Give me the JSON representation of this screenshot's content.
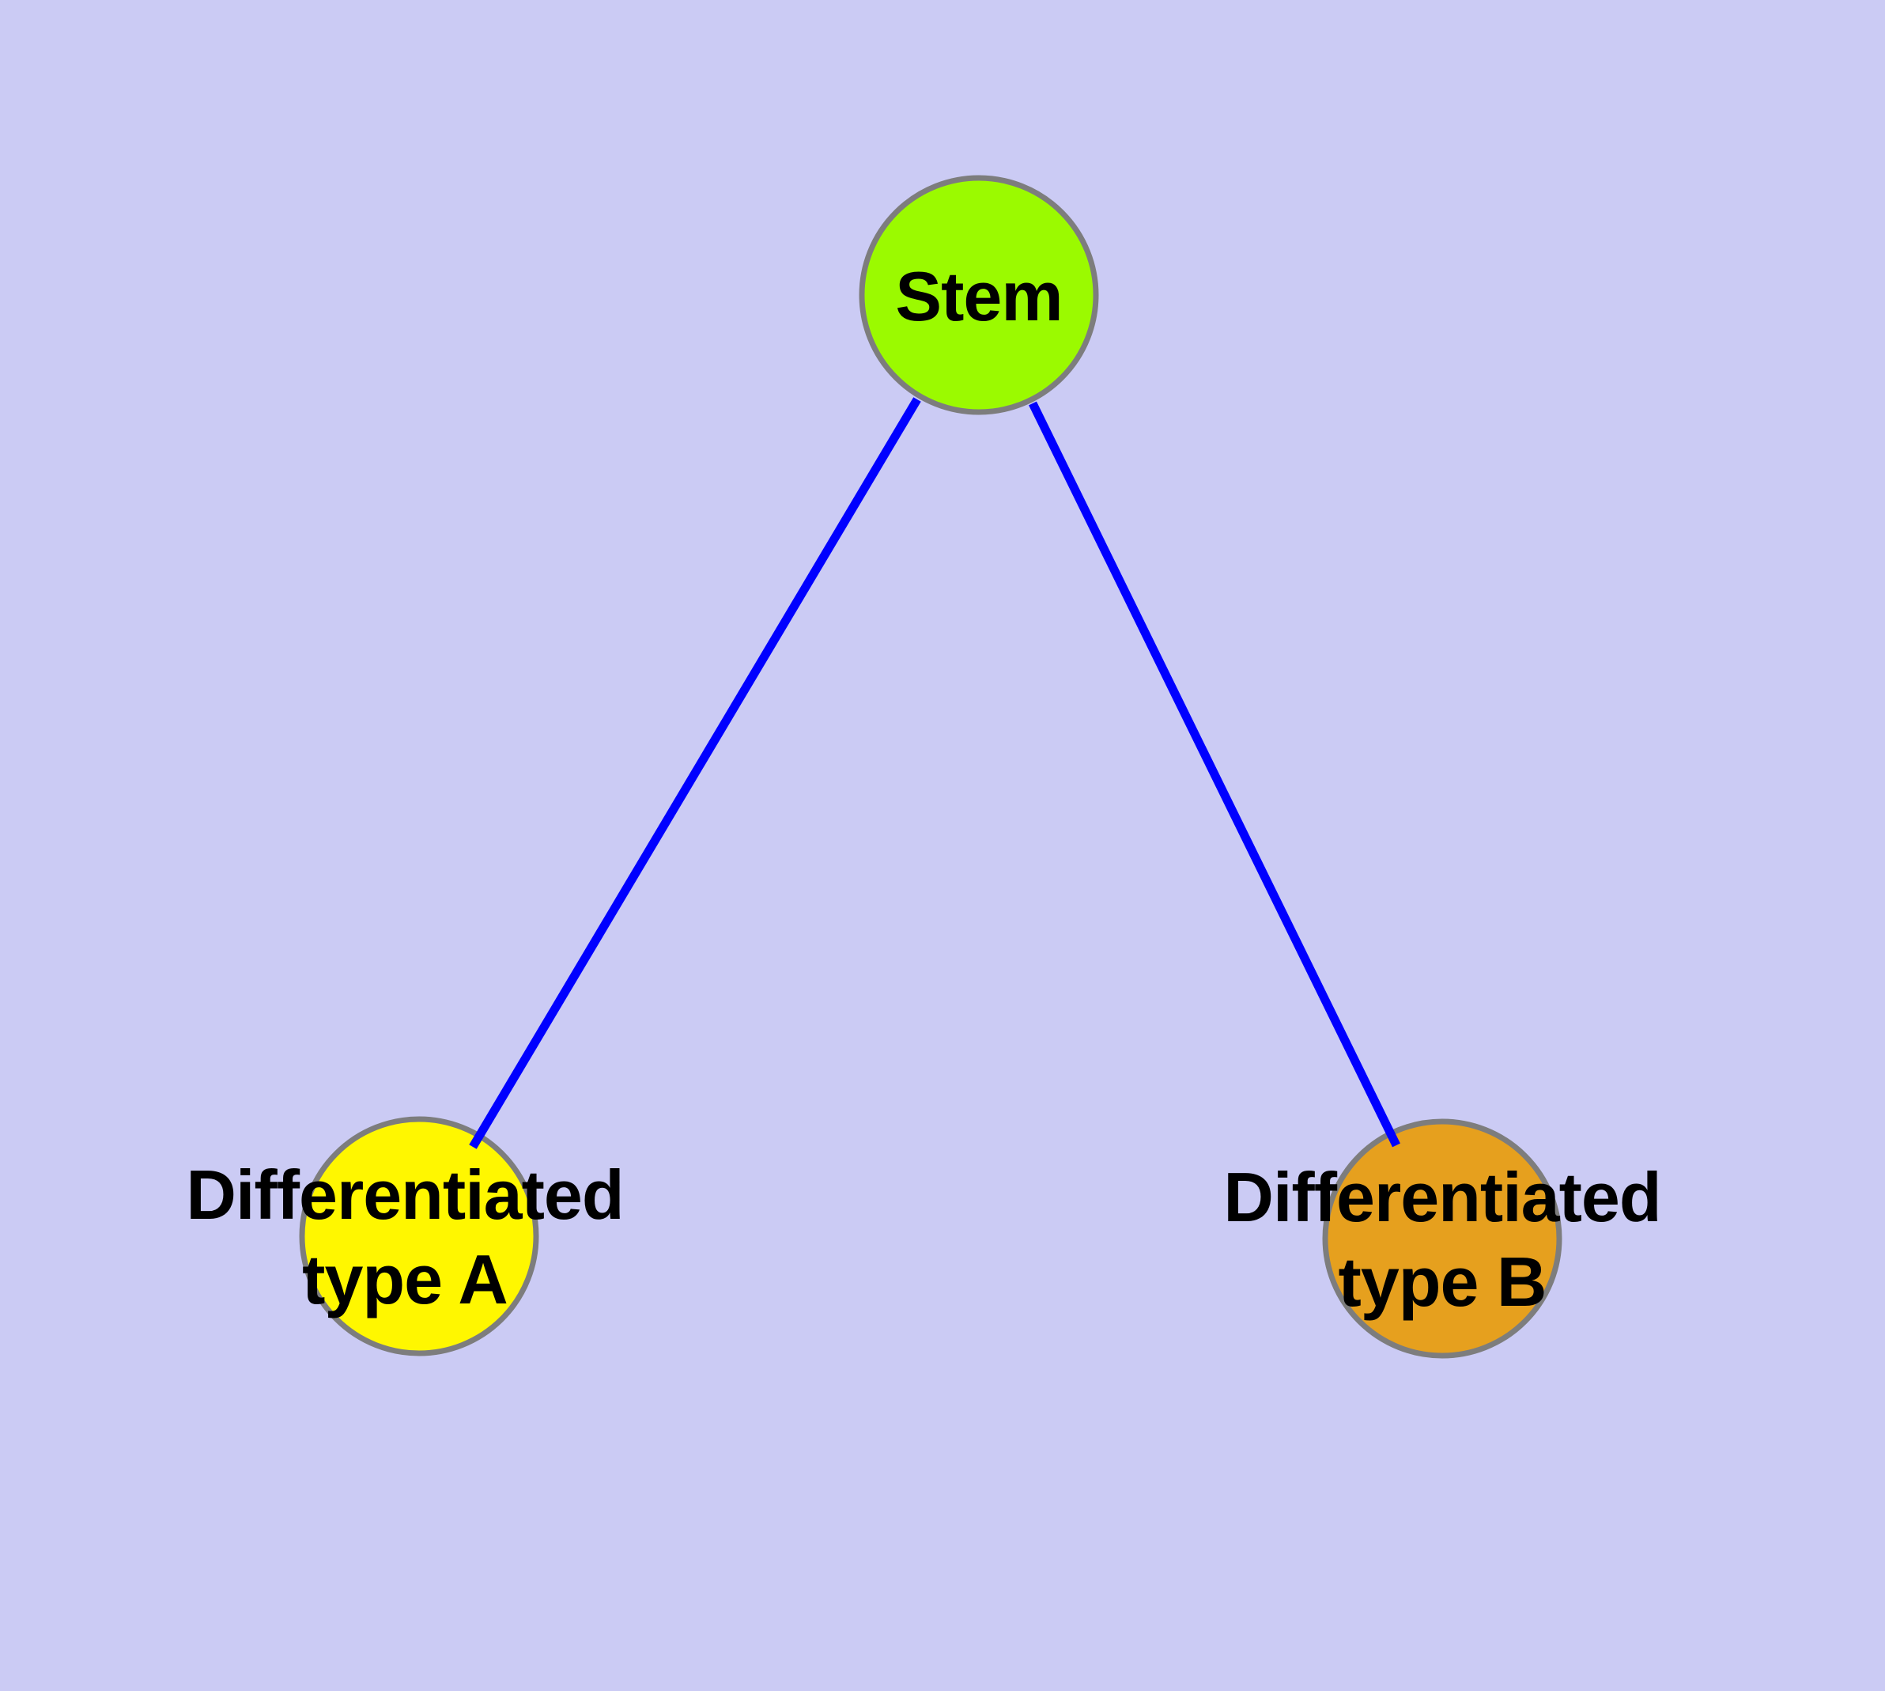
{
  "diagram": {
    "kind": "network-graph",
    "background_color": "#CBCBF4",
    "edge_color": "#0000FF",
    "node_border_color": "#7D7D7D",
    "label_color": "#000000",
    "nodes": [
      {
        "id": "stem",
        "label": "Stem",
        "lines": [
          "Stem"
        ],
        "fill": "#9BFA00"
      },
      {
        "id": "differentiated-type-a",
        "label": "Differentiated type A",
        "lines": [
          "Differentiated",
          "type A"
        ],
        "fill": "#FFF700"
      },
      {
        "id": "differentiated-type-b",
        "label": "Differentiated type B",
        "lines": [
          "Differentiated",
          "type B"
        ],
        "fill": "#E6A01E"
      }
    ],
    "edges": [
      {
        "from": "Stem",
        "to": "Differentiated type A"
      },
      {
        "from": "Stem",
        "to": "Differentiated type B"
      }
    ]
  }
}
